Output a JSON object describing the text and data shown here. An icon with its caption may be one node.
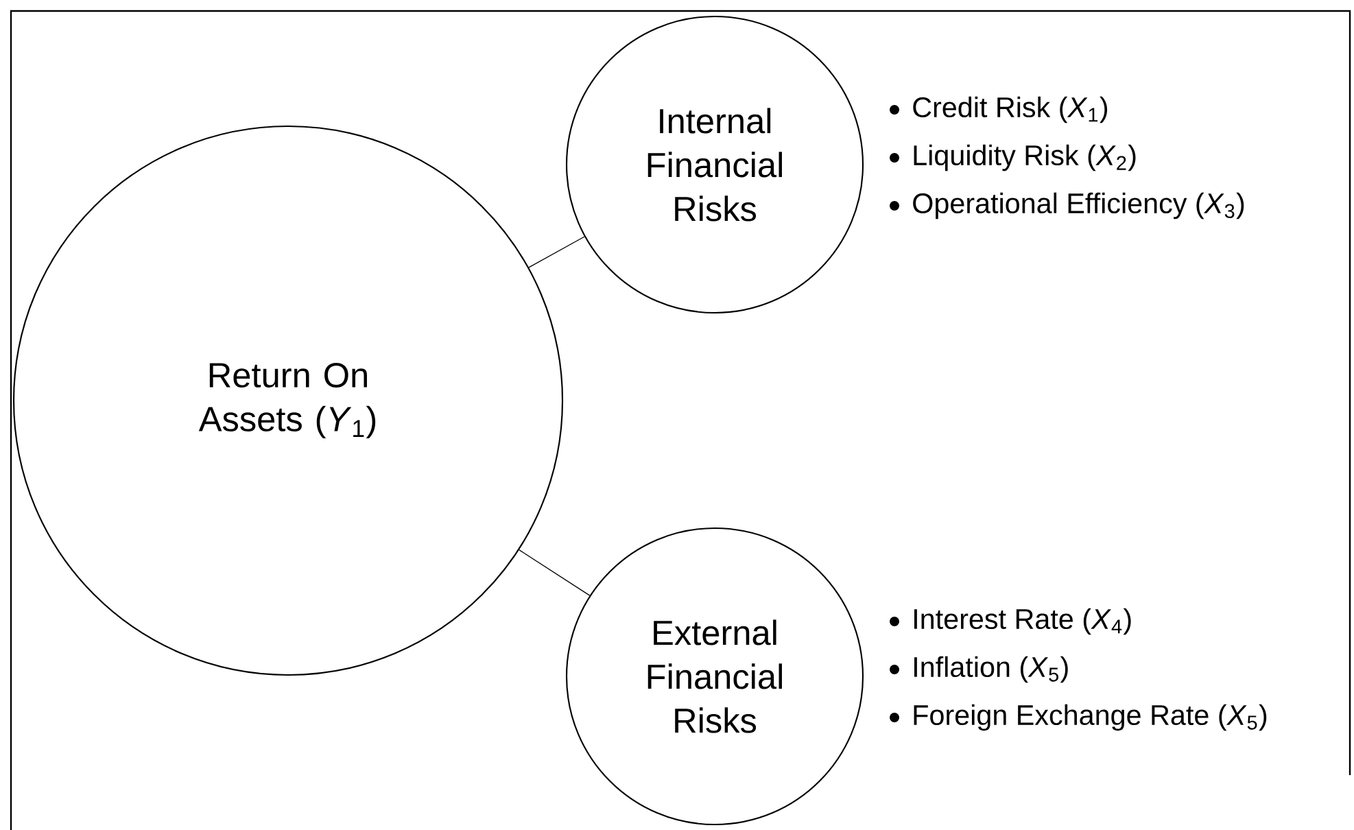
{
  "diagram": {
    "nodes": [
      {
        "text": [
          "Return On Assets (*Y*$_{1}$)"
        ]
      },
      {
        "text": [
          "Internal Financial Risks"
        ],
        "beside": [
          "Credit Risk (*X*$_{1}$)",
          "Liquidity Risk (*X*$_{2}$)",
          "Operational Efficiency (*X*$_{3}$)"
        ]
      },
      {
        "text": [
          "External Financial Risks"
        ],
        "beside": [
          "Interest Rate (*X*$_{4}$)",
          "Inflation (*X*$_{5}$)",
          "Foreign Exchange Rate (*X*$_{5}$)"
        ]
      }
    ],
    "edges": [
      {
        "from": 0,
        "to": 1,
        "arrow": "none"
      },
      {
        "from": 0,
        "to": 2,
        "arrow": "none"
      }
    ]
  }
}
